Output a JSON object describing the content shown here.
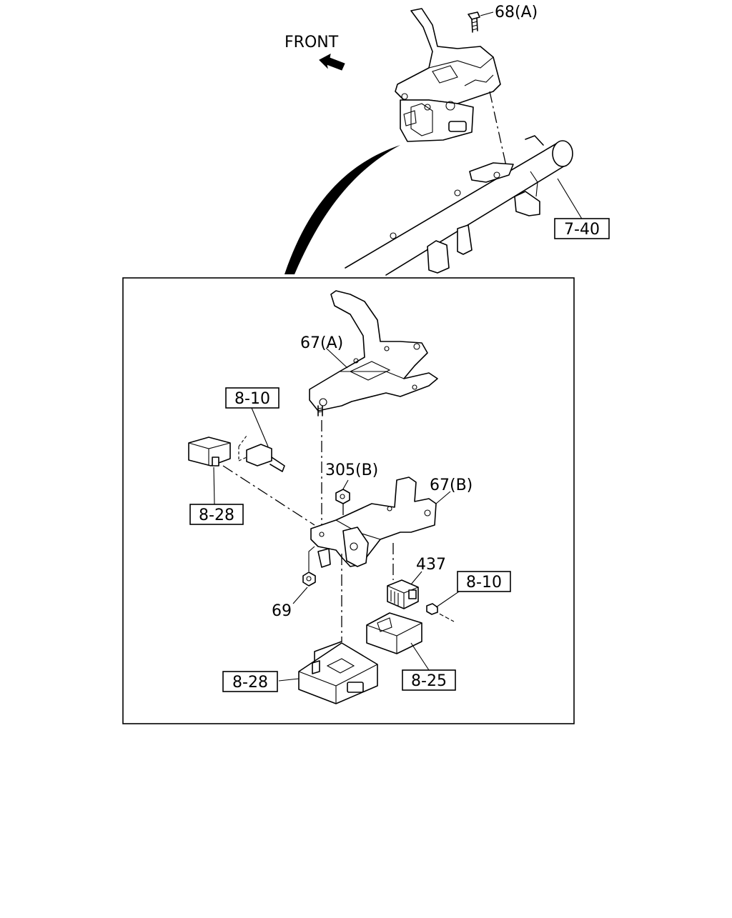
{
  "diagram": {
    "direction_label": "FRONT",
    "callouts": {
      "bolt_68a": "68(A)",
      "frame_ref": "7-40",
      "bracket_67a": "67(A)",
      "ref_8_10_left": "8-10",
      "ref_8_28_left": "8-28",
      "nut_305b": "305(B)",
      "bracket_67b": "67(B)",
      "part_437": "437",
      "ref_8_10_right": "8-10",
      "nut_69": "69",
      "ref_8_28_bottom": "8-28",
      "ref_8_25": "8-25"
    },
    "icons": [
      "front-arrow-icon"
    ],
    "line_color": "#000000",
    "background": "#ffffff"
  }
}
